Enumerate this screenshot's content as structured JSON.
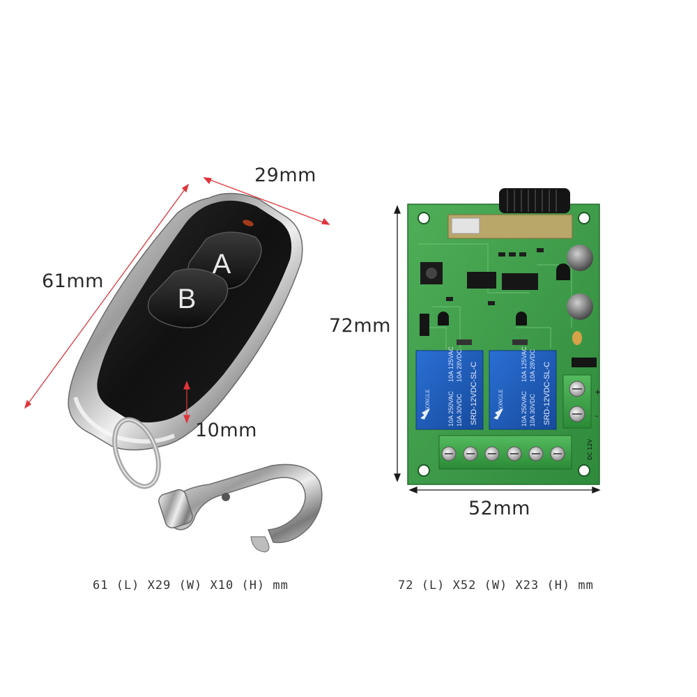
{
  "remote": {
    "button_a_label": "A",
    "button_b_label": "B",
    "width_label": "29mm",
    "length_label": "61mm",
    "height_label": "10mm",
    "caption": "61 (L) X29 (W) X10 (H) mm"
  },
  "receiver": {
    "length_label": "72mm",
    "width_label": "52mm",
    "caption": "72 (L) X52 (W) X23 (H) mm",
    "relay_brand": "SONGLE",
    "relay_model": "SRD-12VDC-SL-C",
    "relay_rating_1": "10A 250VAC",
    "relay_rating_2": "10A 125VAC",
    "relay_rating_3": "10A 30VDC",
    "relay_rating_4": "10A 28VDC",
    "power_label": "DC 12V",
    "plus_label": "+",
    "minus_label": "-"
  },
  "colors": {
    "dimension_line": "#e0343a",
    "pcb_green": "#3f9a4a",
    "relay_blue": "#1f5fbf",
    "terminal_green": "#3aa048"
  }
}
